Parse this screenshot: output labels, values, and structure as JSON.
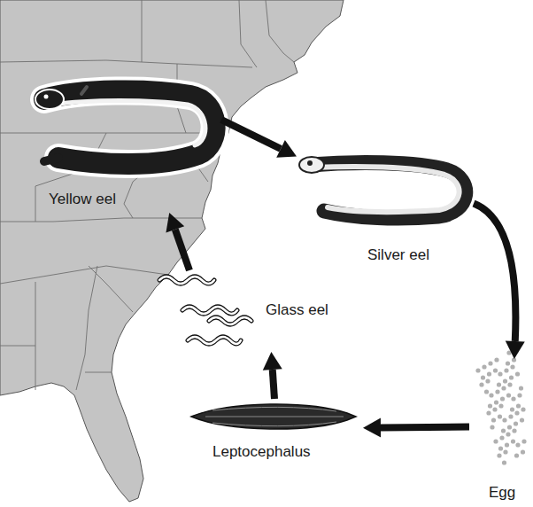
{
  "diagram": {
    "nodes": [
      {
        "text": [
          "Yellow eel"
        ]
      },
      {
        "text": [
          "Silver eel"
        ]
      },
      {
        "text": [
          "Egg"
        ]
      },
      {
        "text": [
          "Leptocephalus"
        ]
      },
      {
        "text": [
          "Glass eel"
        ]
      }
    ],
    "edges": [
      {
        "from": 0,
        "to": 1,
        "arrow": "to"
      },
      {
        "from": 1,
        "to": 2,
        "arrow": "to"
      },
      {
        "from": 2,
        "to": 3,
        "arrow": "to"
      },
      {
        "from": 3,
        "to": 4,
        "arrow": "to"
      },
      {
        "from": 4,
        "to": 0,
        "arrow": "to"
      }
    ]
  }
}
